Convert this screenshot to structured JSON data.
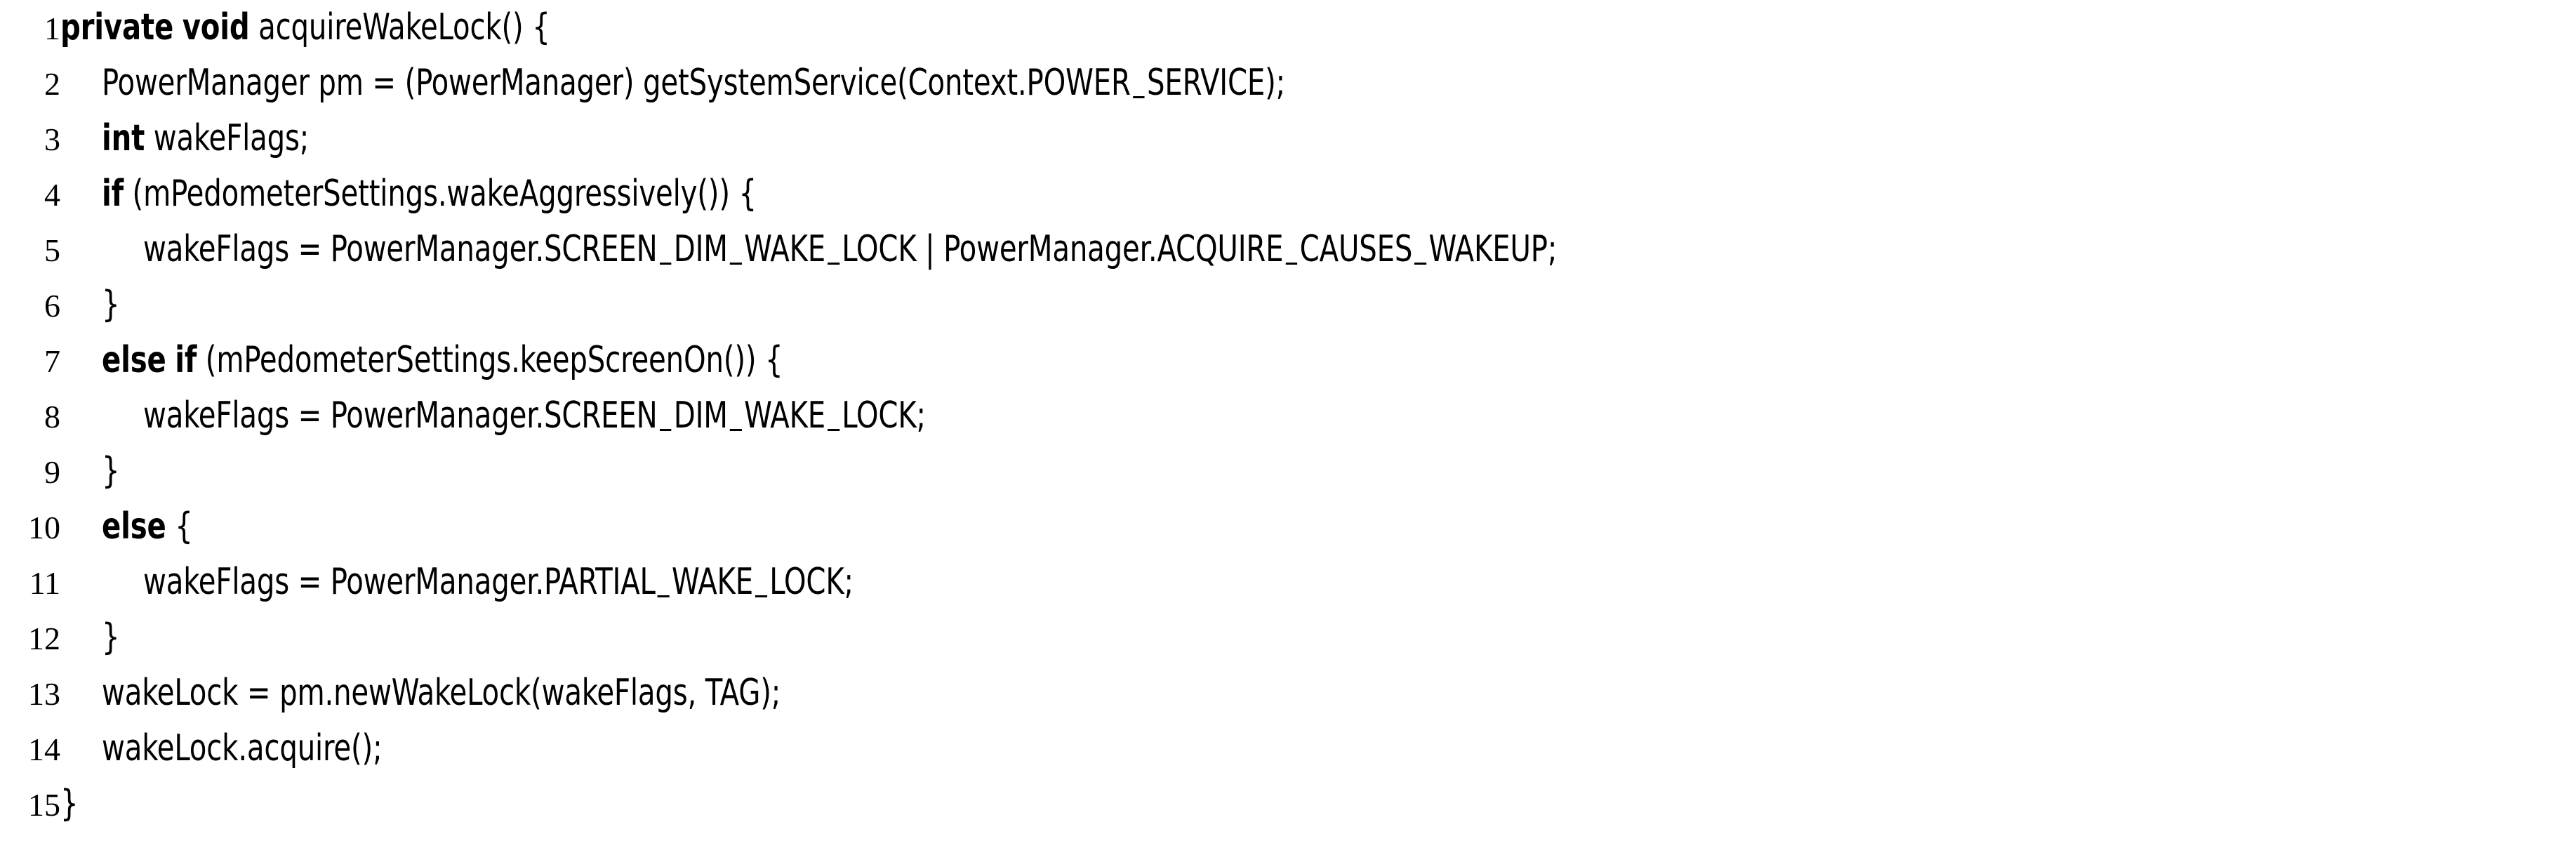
{
  "listing": {
    "language": "Java",
    "font_color": "#000000",
    "background_color": "#ffffff",
    "line_count": 15,
    "lines": [
      {
        "number": "1",
        "indent": 0,
        "text": "private void acquireWakeLock() {",
        "keywords": [
          "private",
          "void"
        ]
      },
      {
        "number": "2",
        "indent": 1,
        "text": "PowerManager pm = (PowerManager) getSystemService(Context.POWER_SERVICE);",
        "keywords": []
      },
      {
        "number": "3",
        "indent": 1,
        "text": "int wakeFlags;",
        "keywords": [
          "int"
        ]
      },
      {
        "number": "4",
        "indent": 1,
        "text": "if (mPedometerSettings.wakeAggressively()) {",
        "keywords": [
          "if"
        ]
      },
      {
        "number": "5",
        "indent": 2,
        "text": "wakeFlags = PowerManager.SCREEN_DIM_WAKE_LOCK | PowerManager.ACQUIRE_CAUSES_WAKEUP;",
        "keywords": []
      },
      {
        "number": "6",
        "indent": 1,
        "text": "}",
        "keywords": []
      },
      {
        "number": "7",
        "indent": 1,
        "text": "else if (mPedometerSettings.keepScreenOn()) {",
        "keywords": [
          "else",
          "if"
        ]
      },
      {
        "number": "8",
        "indent": 2,
        "text": "wakeFlags = PowerManager.SCREEN_DIM_WAKE_LOCK;",
        "keywords": []
      },
      {
        "number": "9",
        "indent": 1,
        "text": "}",
        "keywords": []
      },
      {
        "number": "10",
        "indent": 1,
        "text": "else {",
        "keywords": [
          "else"
        ]
      },
      {
        "number": "11",
        "indent": 2,
        "text": "wakeFlags = PowerManager.PARTIAL_WAKE_LOCK;",
        "keywords": []
      },
      {
        "number": "12",
        "indent": 1,
        "text": "}",
        "keywords": []
      },
      {
        "number": "13",
        "indent": 1,
        "text": "wakeLock = pm.newWakeLock(wakeFlags, TAG);",
        "keywords": []
      },
      {
        "number": "14",
        "indent": 1,
        "text": "wakeLock.acquire();",
        "keywords": []
      },
      {
        "number": "15",
        "indent": 0,
        "text": "}",
        "keywords": []
      }
    ]
  }
}
